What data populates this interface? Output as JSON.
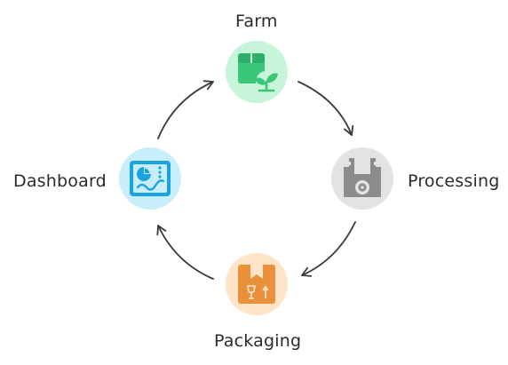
{
  "nodes": {
    "farm": {
      "label": "Farm",
      "icon": "farm-plant-crate-icon",
      "bg": "#C7F5D9",
      "fg": "#3BC77A"
    },
    "processing": {
      "label": "Processing",
      "icon": "factory-gear-icon",
      "bg": "#E3E3E3",
      "fg": "#8C8C8C"
    },
    "packaging": {
      "label": "Packaging",
      "icon": "fragile-box-icon",
      "bg": "#FFE4C8",
      "fg": "#E8913A"
    },
    "dashboard": {
      "label": "Dashboard",
      "icon": "analytics-dashboard-icon",
      "bg": "#C9EEFB",
      "fg": "#1BA3E0"
    }
  },
  "arrow_color": "#3a3a3a"
}
